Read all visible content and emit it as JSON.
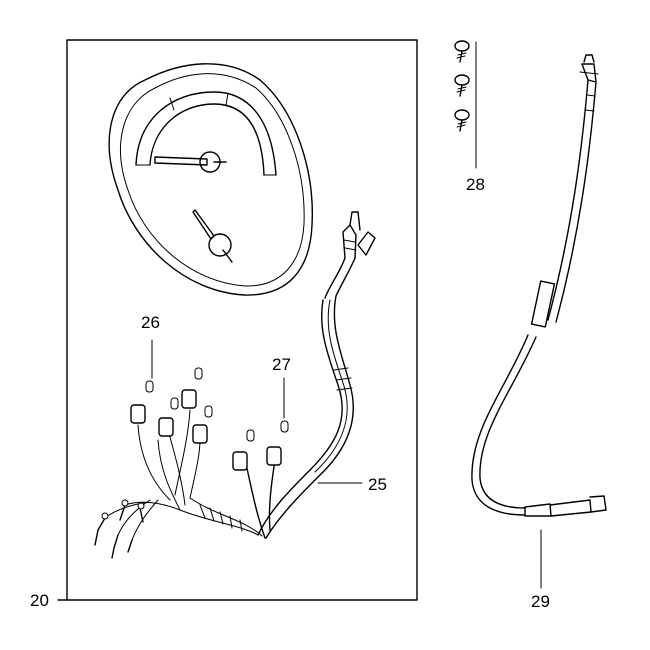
{
  "callouts": {
    "assembly": "20",
    "harness": "25",
    "bulb_a": "26",
    "bulb_b": "27",
    "screws": "28",
    "cable": "29"
  }
}
